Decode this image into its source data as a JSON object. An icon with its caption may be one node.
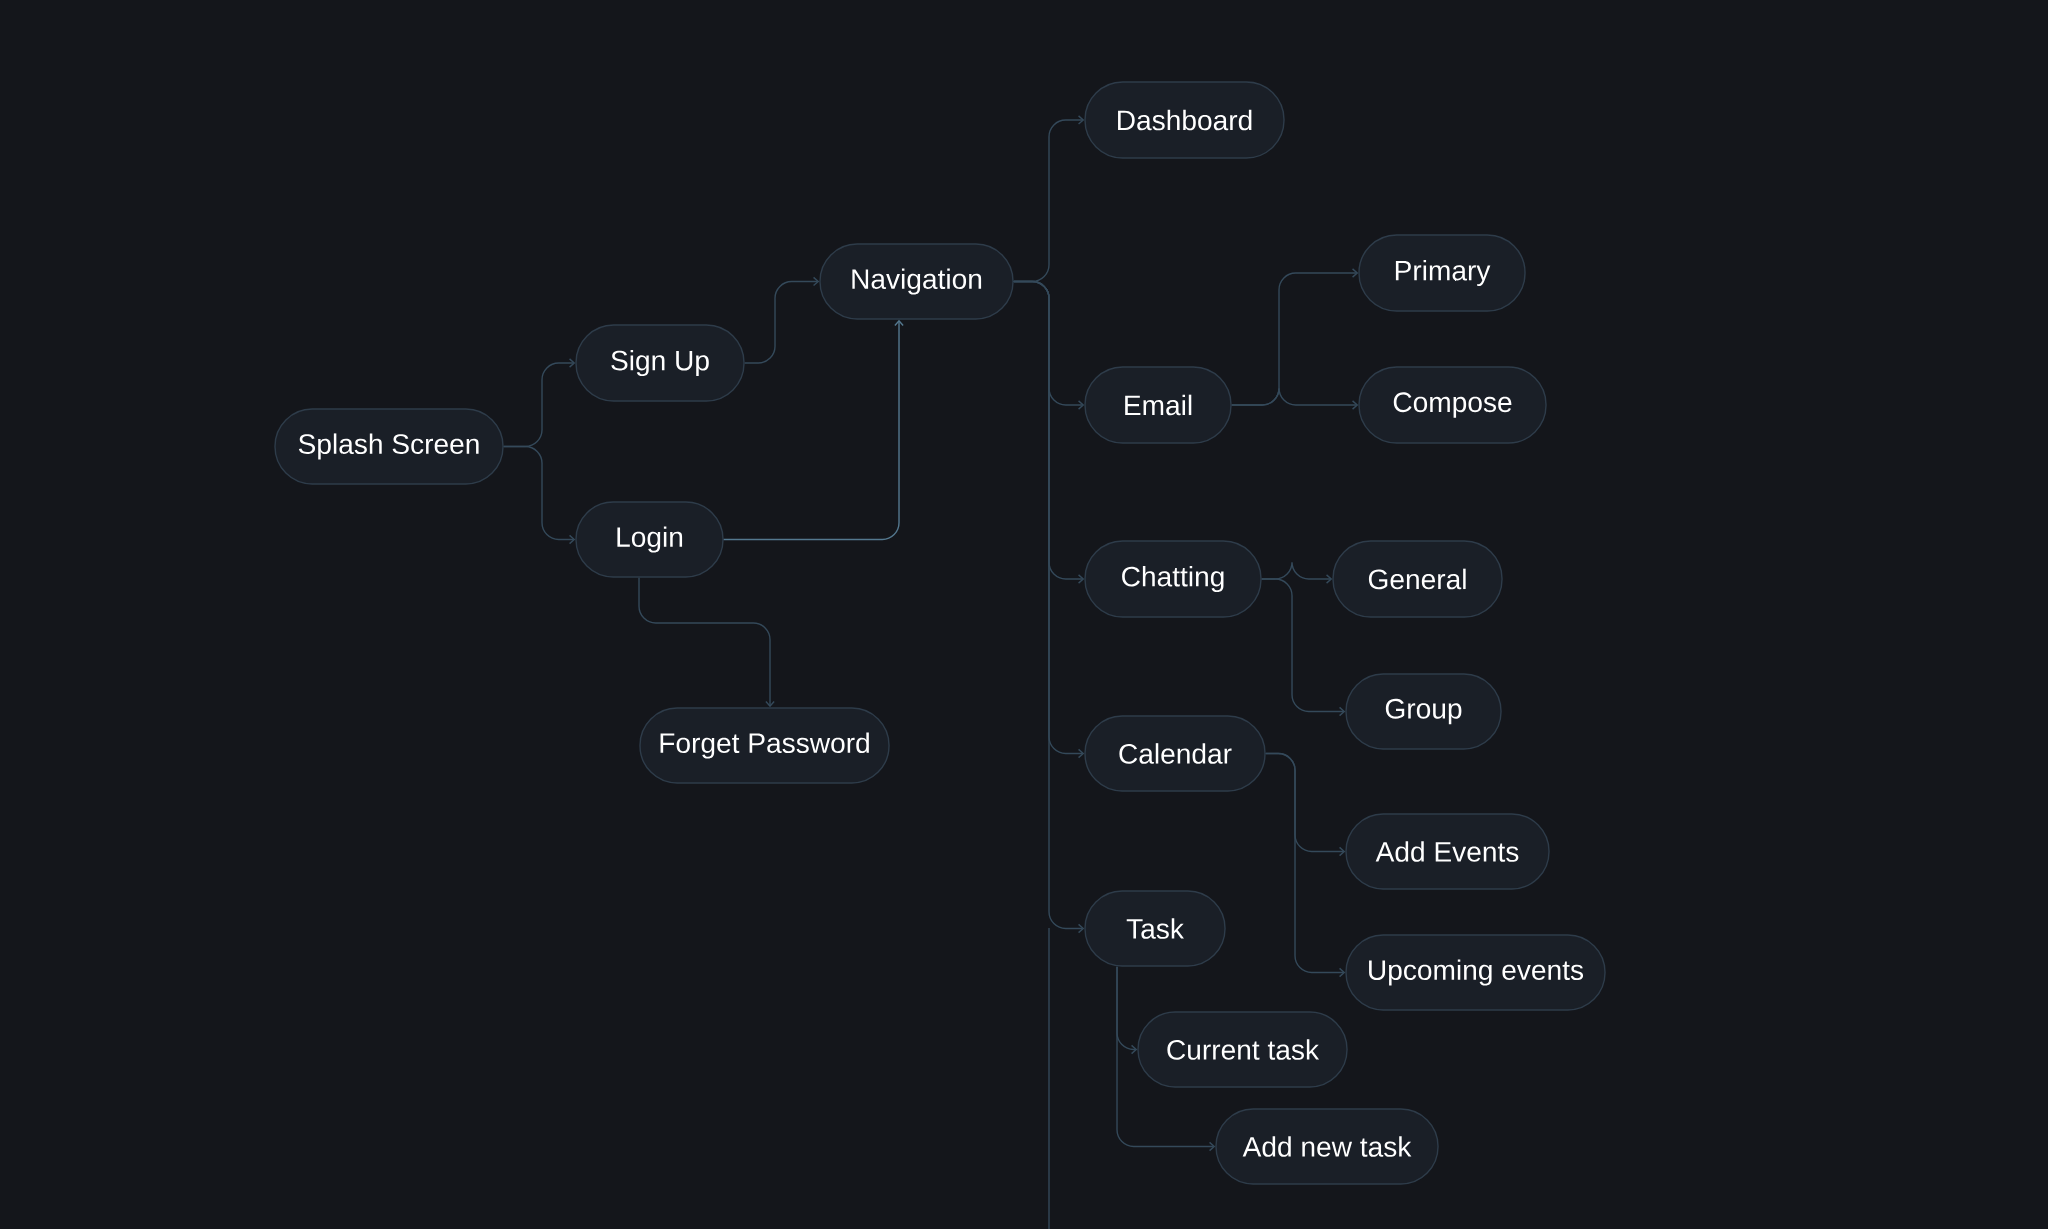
{
  "diagram": {
    "nodes": [
      {
        "text": [
          "Splash Screen"
        ]
      },
      {
        "text": [
          "Sign Up"
        ]
      },
      {
        "text": [
          "Login"
        ]
      },
      {
        "text": [
          "Navigation"
        ]
      },
      {
        "text": [
          "Forget Password"
        ]
      },
      {
        "text": [
          "Dashboard"
        ]
      },
      {
        "text": [
          "Email"
        ]
      },
      {
        "text": [
          "Primary"
        ]
      },
      {
        "text": [
          "Compose"
        ]
      },
      {
        "text": [
          "Chatting"
        ]
      },
      {
        "text": [
          "General"
        ]
      },
      {
        "text": [
          "Group"
        ]
      },
      {
        "text": [
          "Calendar"
        ]
      },
      {
        "text": [
          "Add Events"
        ]
      },
      {
        "text": [
          "Upcoming events"
        ]
      },
      {
        "text": [
          "Task"
        ]
      },
      {
        "text": [
          "Current task"
        ]
      },
      {
        "text": [
          "Add new task"
        ]
      }
    ],
    "edges": [
      {
        "from": 0,
        "to": 1,
        "arrow": "to"
      },
      {
        "from": 0,
        "to": 2,
        "arrow": "to"
      },
      {
        "from": 1,
        "to": 3,
        "arrow": "to"
      },
      {
        "from": 2,
        "to": 3,
        "arrow": "to",
        "color": "#54788f"
      },
      {
        "from": 2,
        "to": 4,
        "arrow": "to"
      },
      {
        "from": 3,
        "to": 5,
        "arrow": "to"
      },
      {
        "from": 3,
        "to": 6,
        "arrow": "to"
      },
      {
        "from": 3,
        "to": 9,
        "arrow": "to"
      },
      {
        "from": 3,
        "to": 12,
        "arrow": "to"
      },
      {
        "from": 3,
        "to": 15,
        "arrow": "to"
      },
      {
        "from": 6,
        "to": 7,
        "arrow": "to"
      },
      {
        "from": 6,
        "to": 8,
        "arrow": "to"
      },
      {
        "from": 9,
        "to": 10,
        "arrow": "to"
      },
      {
        "from": 9,
        "to": 11,
        "arrow": "to"
      },
      {
        "from": 12,
        "to": 13,
        "arrow": "to"
      },
      {
        "from": 12,
        "to": 14,
        "arrow": "to"
      },
      {
        "from": 15,
        "to": 16,
        "arrow": "to"
      },
      {
        "from": 15,
        "to": 17,
        "arrow": "to"
      }
    ]
  }
}
